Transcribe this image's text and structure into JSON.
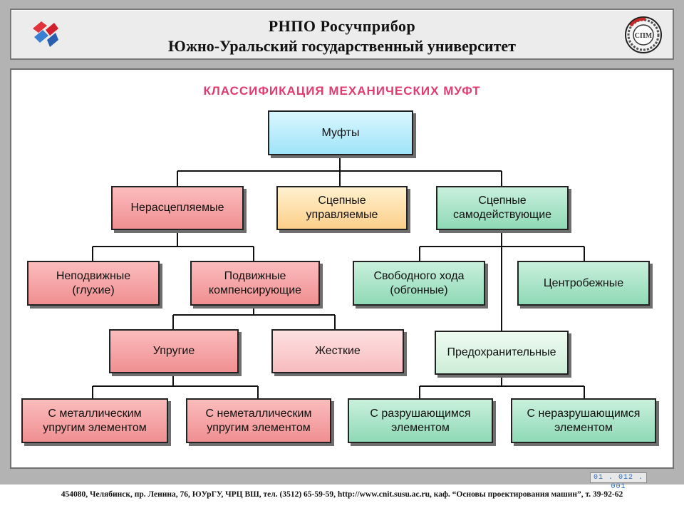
{
  "header": {
    "line1": "РНПО Росучприбор",
    "line2": "Южно-Уральский государственный университет",
    "seal_text": "СПМ"
  },
  "title": "КЛАССИФИКАЦИЯ МЕХАНИЧЕСКИХ МУФТ",
  "nodes": {
    "root": "Муфты",
    "nonsep": "Нерасцепляемые",
    "controlled": [
      "Сцепные",
      "управляемые"
    ],
    "auto": [
      "Сцепные",
      "самодействующие"
    ],
    "fixed": [
      "Неподвижные",
      "(глухие)"
    ],
    "movable": [
      "Подвижные",
      "компенсирующие"
    ],
    "freewheel": [
      "Свободного хода",
      "(обгонные)"
    ],
    "centrifugal": "Центробежные",
    "elastic": "Упругие",
    "rigid": "Жесткие",
    "safety": "Предохранительные",
    "metal": [
      "С металлическим",
      "упругим элементом"
    ],
    "nonmetal": [
      "С неметаллическим",
      "упругим элементом"
    ],
    "breaking": [
      "С разрушающимся",
      "элементом"
    ],
    "nonbreaking": [
      "С неразрушающимся",
      "элементом"
    ]
  },
  "code": "01 . 012 . 001",
  "footer": "454080, Челябинск, пр. Ленина, 76, ЮУрГУ, ЧРЦ ВШ, тел. (3512) 65-59-59, http://www.cnit.susu.ac.ru, каф. “Основы проектирования машин”, т. 39-92-62",
  "colors": {
    "title": "#e23a6e",
    "root": "#9fe4f8",
    "red": "#f08f92",
    "pink": "#f8bcbf",
    "orange": "#fccf8a",
    "green": "#8fd9b6",
    "light_green": "#cdeed8"
  }
}
